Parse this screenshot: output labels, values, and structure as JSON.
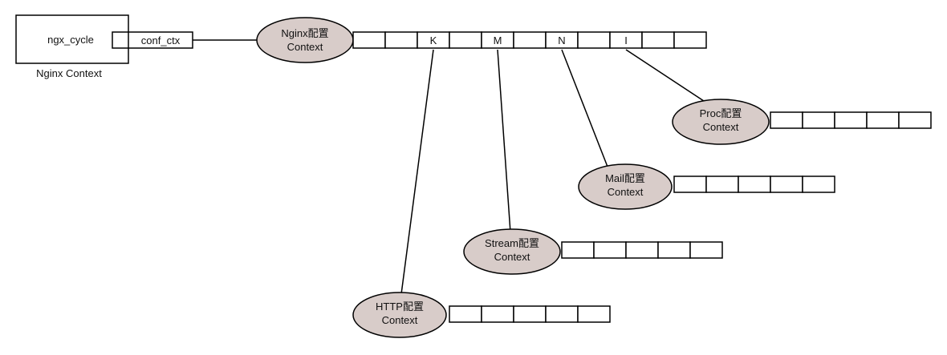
{
  "colors": {
    "ellipse_fill": "#d8ccc9",
    "stroke": "#000000",
    "cell_fill": "#ffffff"
  },
  "cycle": {
    "label": "ngx_cycle",
    "field": "conf_ctx",
    "caption": "Nginx Context"
  },
  "contexts": {
    "nginx": {
      "line1": "Nginx配置",
      "line2": "Context",
      "slots": [
        "",
        "",
        "K",
        "",
        "M",
        "",
        "N",
        "",
        "I",
        "",
        ""
      ]
    },
    "proc": {
      "line1": "Proc配置",
      "line2": "Context",
      "slots": [
        "",
        "",
        "",
        "",
        ""
      ]
    },
    "mail": {
      "line1": "Mail配置",
      "line2": "Context",
      "slots": [
        "",
        "",
        "",
        "",
        ""
      ]
    },
    "stream": {
      "line1": "Stream配置",
      "line2": "Context",
      "slots": [
        "",
        "",
        "",
        "",
        ""
      ]
    },
    "http": {
      "line1": "HTTP配置",
      "line2": "Context",
      "slots": [
        "",
        "",
        "",
        "",
        ""
      ]
    }
  }
}
